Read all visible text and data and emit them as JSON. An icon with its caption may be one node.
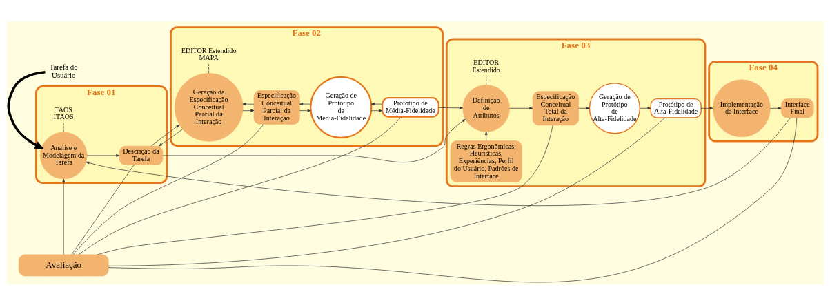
{
  "diagram": {
    "nodes": [
      {
        "text": [
          "Fase 01"
        ]
      },
      {
        "text": [
          "Analise e Modelagem da Tarefa"
        ],
        "in": 0
      },
      {
        "text": [
          "Descrição da Tarefa"
        ],
        "in": 0
      },
      {
        "text": [
          "TAOS ITAOS"
        ],
        "in": 0
      },
      {
        "text": [
          "Fase 02"
        ]
      },
      {
        "text": [
          "Geração da Especificação Conceitual Parcial da Interação"
        ],
        "in": 4
      },
      {
        "text": [
          "Especificação Conceitual Parcial da Interação"
        ],
        "in": 4
      },
      {
        "text": [
          "Geração de Protótipo de Média-Fidelidade"
        ],
        "in": 4
      },
      {
        "text": [
          "Protótipo de Média-Fidelidade"
        ],
        "in": 4
      },
      {
        "text": [
          "EDITOR Estendido MAPA"
        ],
        "in": 4
      },
      {
        "text": [
          "Fase 03"
        ]
      },
      {
        "text": [
          "Regras Ergonômicas, Heurísticas, Experiências, Perfil do Usuário, Padrões de Interface"
        ],
        "in": 10
      },
      {
        "text": [
          "Definição de Atributos"
        ],
        "in": 10
      },
      {
        "text": [
          "Especificação Conceitual Total da Interação"
        ],
        "in": 10
      },
      {
        "text": [
          "Geração de Protótipo de Alta-Fidelidade"
        ],
        "in": 10
      },
      {
        "text": [
          "Protótipo de Alta-Fidelidade"
        ],
        "in": 10
      },
      {
        "text": [
          "EDITOR Estendido"
        ],
        "in": 10
      },
      {
        "text": [
          "Fase 04"
        ]
      },
      {
        "text": [
          "Implementação da Interface"
        ],
        "in": 17
      },
      {
        "text": [
          "Interface Final"
        ],
        "in": 17
      },
      {
        "text": [
          "Avaliação"
        ]
      },
      {
        "text": [
          "Tarefa do Usuário"
        ]
      }
    ],
    "edges": [
      {
        "from": 21,
        "to": 1,
        "arrow": "to",
        "style": "thick"
      },
      {
        "from": 1,
        "to": 2,
        "arrow": "to"
      },
      {
        "from": 2,
        "to": 5,
        "arrow": "to"
      },
      {
        "from": 5,
        "to": 2,
        "arrow": "to"
      },
      {
        "from": 5,
        "to": 6,
        "arrow": "to"
      },
      {
        "from": 6,
        "to": 5,
        "arrow": "to"
      },
      {
        "from": 6,
        "to": 7,
        "arrow": "to"
      },
      {
        "from": 7,
        "to": 6,
        "arrow": "to"
      },
      {
        "from": 7,
        "to": 8,
        "arrow": "to"
      },
      {
        "from": 8,
        "to": 7,
        "arrow": "to"
      },
      {
        "from": 8,
        "to": 12,
        "arrow": "to"
      },
      {
        "from": 2,
        "to": 12,
        "arrow": "to"
      },
      {
        "from": 11,
        "to": 12,
        "arrow": "to"
      },
      {
        "from": 12,
        "to": 13,
        "arrow": "to"
      },
      {
        "from": 13,
        "to": 14,
        "arrow": "to"
      },
      {
        "from": 14,
        "to": 15,
        "arrow": "to"
      },
      {
        "from": 15,
        "to": 18,
        "arrow": "to"
      },
      {
        "from": 18,
        "to": 19,
        "arrow": "to"
      },
      {
        "from": 1,
        "to": 3,
        "arrow": "none",
        "style": "dashed"
      },
      {
        "from": 5,
        "to": 9,
        "arrow": "none",
        "style": "dashed"
      },
      {
        "from": 12,
        "to": 16,
        "arrow": "none",
        "style": "dashed"
      },
      {
        "from": 2,
        "to": 20,
        "arrow": "none"
      },
      {
        "from": 6,
        "to": 20,
        "arrow": "none"
      },
      {
        "from": 8,
        "to": 20,
        "arrow": "none"
      },
      {
        "from": 13,
        "to": 20,
        "arrow": "none"
      },
      {
        "from": 15,
        "to": 20,
        "arrow": "none"
      },
      {
        "from": 19,
        "to": 20,
        "arrow": "none"
      },
      {
        "from": 19,
        "to": 1,
        "arrow": "to"
      },
      {
        "from": 20,
        "to": 1,
        "arrow": "to"
      }
    ]
  }
}
